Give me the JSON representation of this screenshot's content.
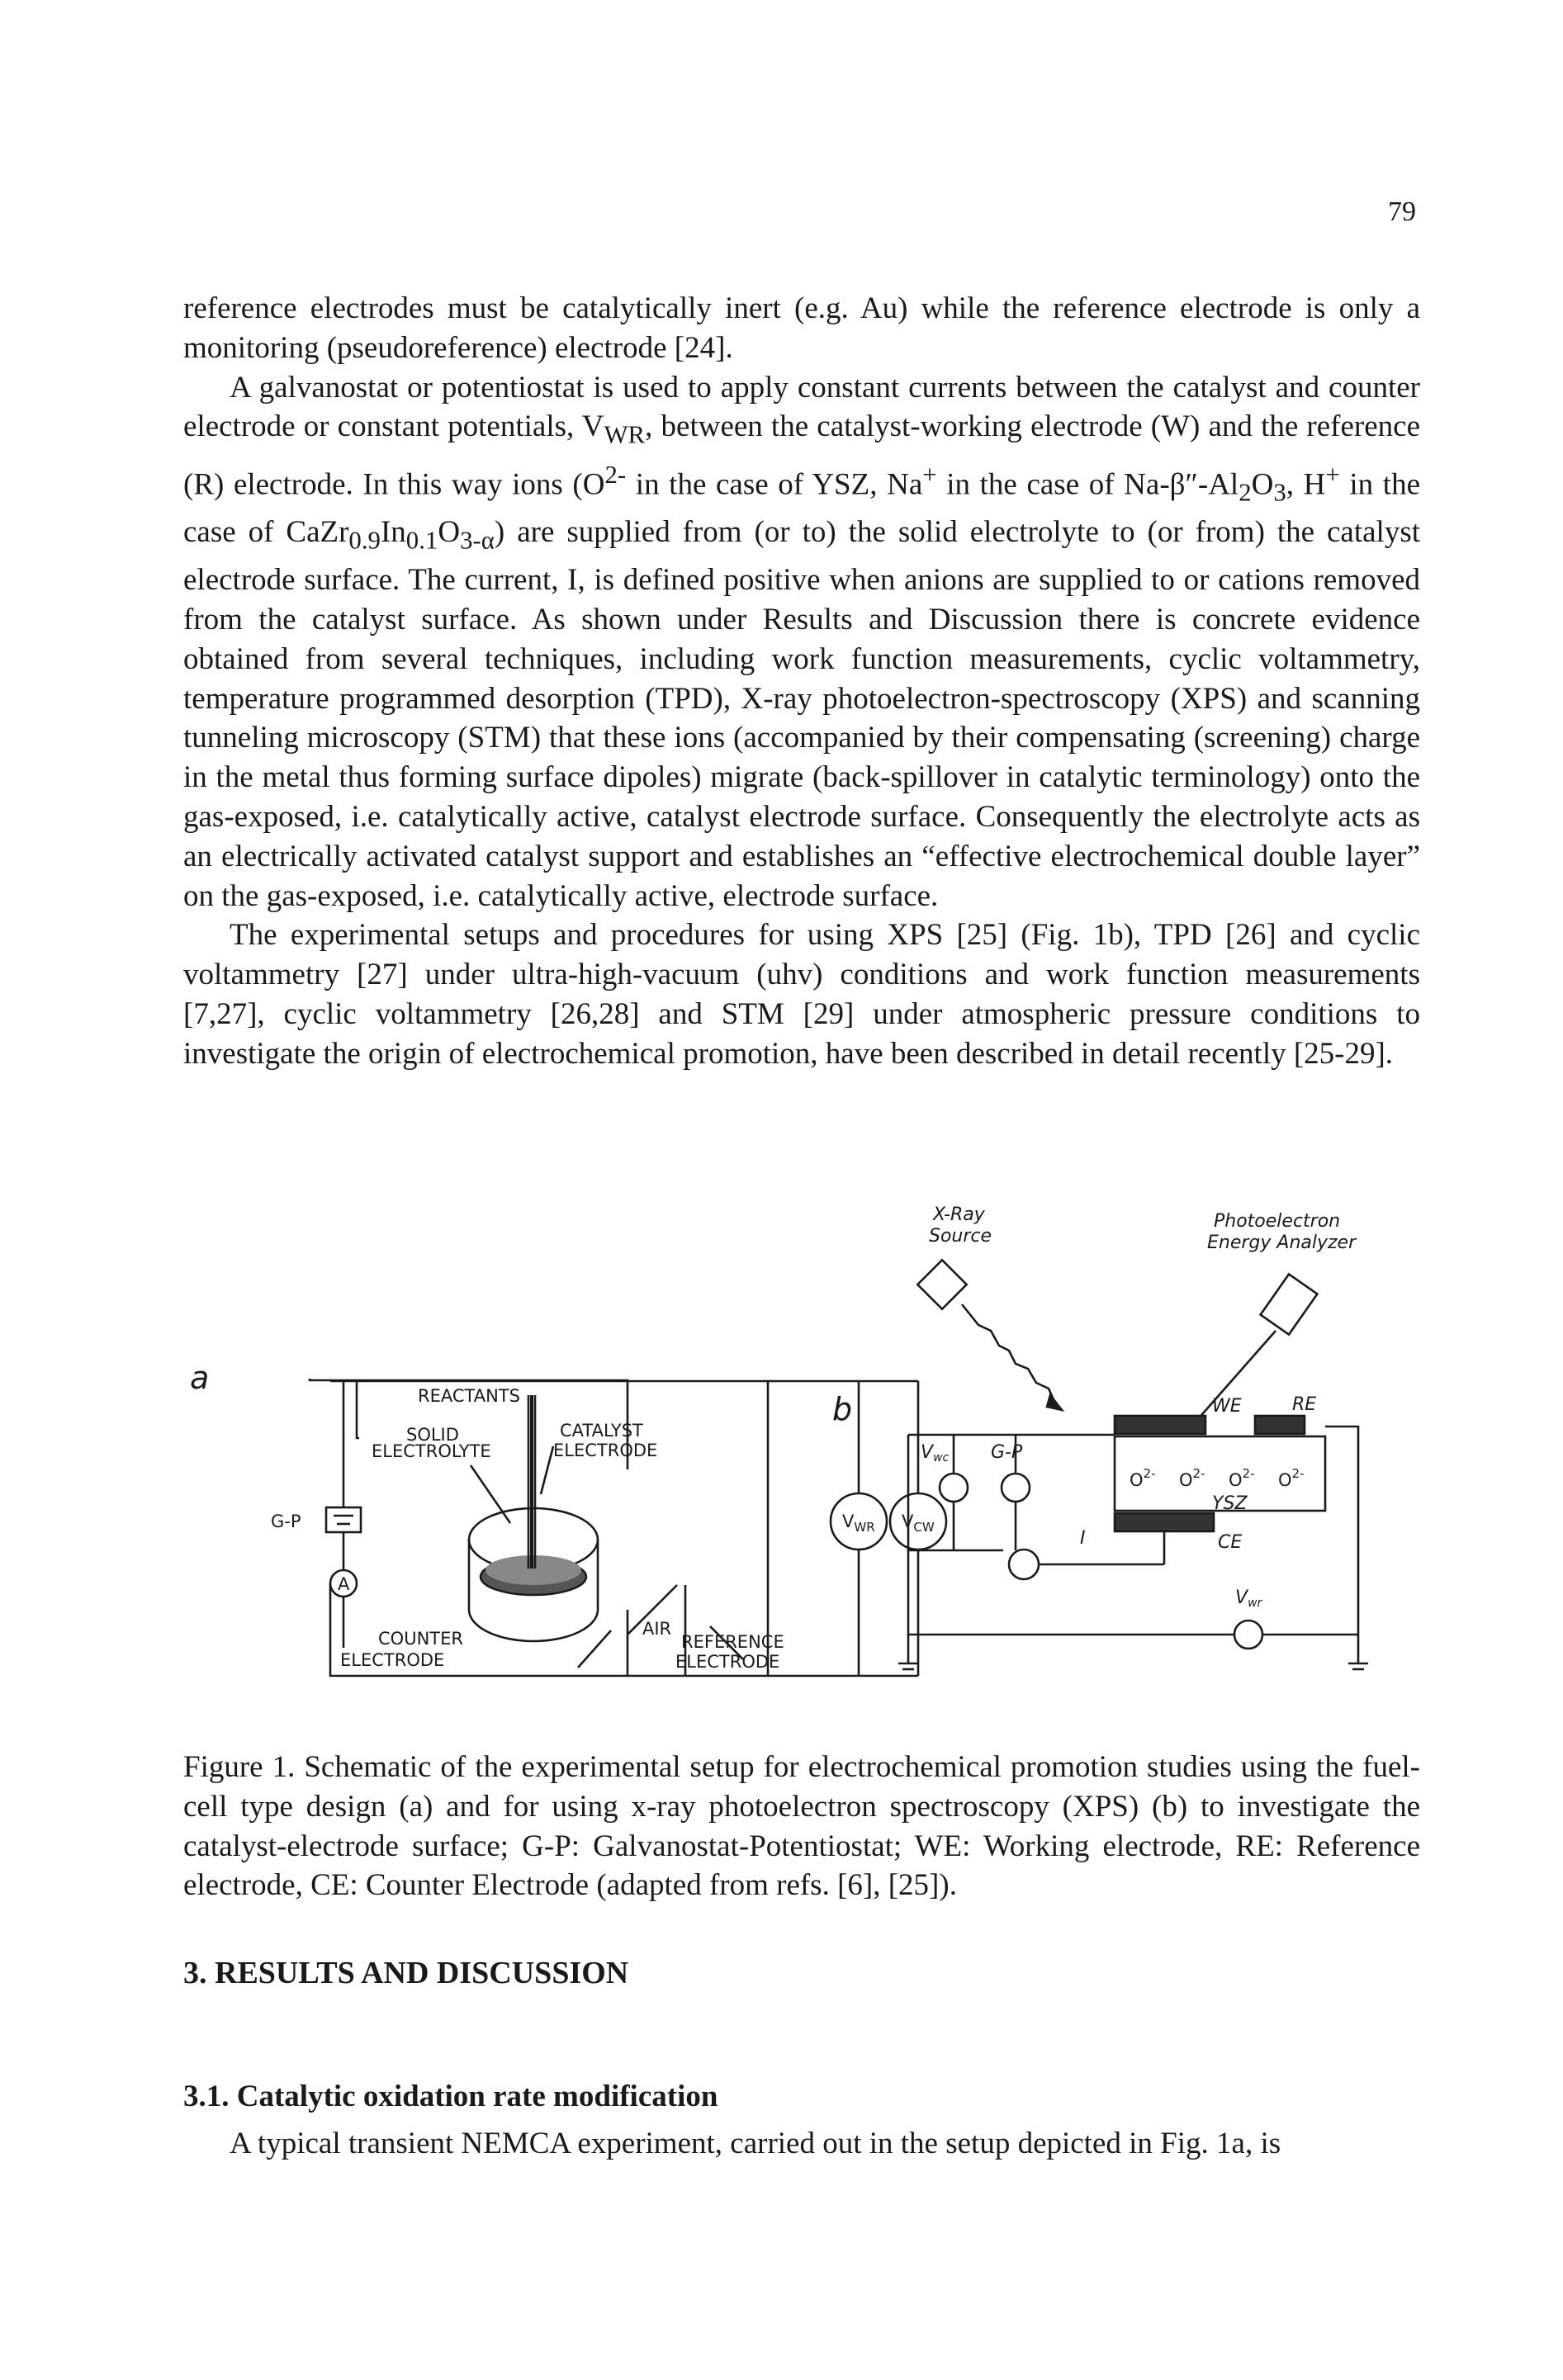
{
  "page_number": "79",
  "paragraphs": [
    {
      "indent": false,
      "segments": [
        {
          "t": "reference electrodes must be catalytically  inert (e.g. Au) while the reference electrode is only a monitoring (pseudoreference) electrode [24]."
        }
      ]
    },
    {
      "indent": true,
      "segments": [
        {
          "t": "A galvanostat or potentiostat is used to apply constant currents between the catalyst and counter electrode or constant potentials, V"
        },
        {
          "t": "WR",
          "s": "sub"
        },
        {
          "t": ", between the catalyst-working electrode (W) and the reference (R) electrode. In this way ions (O"
        },
        {
          "t": "2-",
          "s": "sup"
        },
        {
          "t": " in the case of YSZ, Na"
        },
        {
          "t": "+",
          "s": "sup"
        },
        {
          "t": " in the case of Na-β″-Al"
        },
        {
          "t": "2",
          "s": "sub"
        },
        {
          "t": "O"
        },
        {
          "t": "3",
          "s": "sub"
        },
        {
          "t": ", H"
        },
        {
          "t": "+",
          "s": "sup"
        },
        {
          "t": " in the case of CaZr"
        },
        {
          "t": "0.9",
          "s": "sub"
        },
        {
          "t": "In"
        },
        {
          "t": "0.1",
          "s": "sub"
        },
        {
          "t": "O"
        },
        {
          "t": "3-α",
          "s": "sub"
        },
        {
          "t": ") are supplied from (or to) the solid electrolyte to (or from) the catalyst electrode surface. The current, I, is defined positive when anions are supplied to or cations removed from the catalyst surface. As shown under Results and Discussion there is concrete evidence obtained from several techniques, including work function measurements, cyclic voltammetry, temperature programmed desorption (TPD), X-ray photoelectron-spectroscopy (XPS) and scanning tunneling microscopy (STM) that these ions (accompanied by their compensating (screening) charge in the metal thus forming surface dipoles) migrate (back-spillover in catalytic terminology) onto the gas-exposed, i.e. catalytically active, catalyst electrode surface. Consequently the electrolyte acts as an electrically activated catalyst support and establishes an “effective electrochemical double layer” on the gas-exposed, i.e. catalytically active, electrode surface."
        }
      ]
    },
    {
      "indent": true,
      "segments": [
        {
          "t": "The experimental setups and procedures for using XPS [25] (Fig. 1b), TPD [26] and cyclic voltammetry [27] under ultra-high-vacuum (uhv) conditions and work function measurements [7,27], cyclic voltammetry [26,28] and STM [29] under atmospheric pressure conditions to investigate the origin of electrochemical promotion, have been described in detail recently [25-29]."
        }
      ]
    }
  ],
  "figure": {
    "panel_a": {
      "panel_label": "a",
      "reactants": "REACTANTS",
      "solid": "SOLID",
      "electrolyte": "ELECTROLYTE",
      "catalyst": "CATALYST",
      "catalyst_electrode": "ELECTRODE",
      "gp": "G-P",
      "vwr_main": "V",
      "vwr_sub": "WR",
      "vcw_main": "V",
      "vcw_sub": "CW",
      "ammeter": "A",
      "air": "AIR",
      "counter": "COUNTER",
      "counter_electrode": "ELECTRODE",
      "reference": "REFERENCE",
      "reference_electrode": "ELECTRODE"
    },
    "panel_b": {
      "panel_label": "b",
      "xray_line1": "X-Ray",
      "xray_line2": "Source",
      "analyzer_line1": "Photoelectron",
      "analyzer_line2": "Energy Analyzer",
      "vwc": "V",
      "vwc_sub": "wc",
      "gp": "G-P",
      "we": "WE",
      "re": "RE",
      "ysz": "YSZ",
      "ce": "CE",
      "current": "I",
      "vwr": "V",
      "vwr_sub": "wr",
      "ion": "O",
      "ion_charge": "2-"
    }
  },
  "caption": "Figure 1. Schematic of the experimental setup for electrochemical promotion studies using the fuel-cell type design (a) and for using x-ray photoelectron spectroscopy (XPS) (b) to investigate the catalyst-electrode surface; G-P: Galvanostat-Potentiostat; WE: Working electrode, RE: Reference electrode, CE: Counter Electrode (adapted from refs. [6], [25]).",
  "section_heading": "3. RESULTS AND DISCUSSION",
  "subsection_heading": "3.1. Catalytic oxidation rate modification",
  "last_paragraph": "A typical transient NEMCA experiment, carried out in the setup depicted in Fig. 1a, is"
}
